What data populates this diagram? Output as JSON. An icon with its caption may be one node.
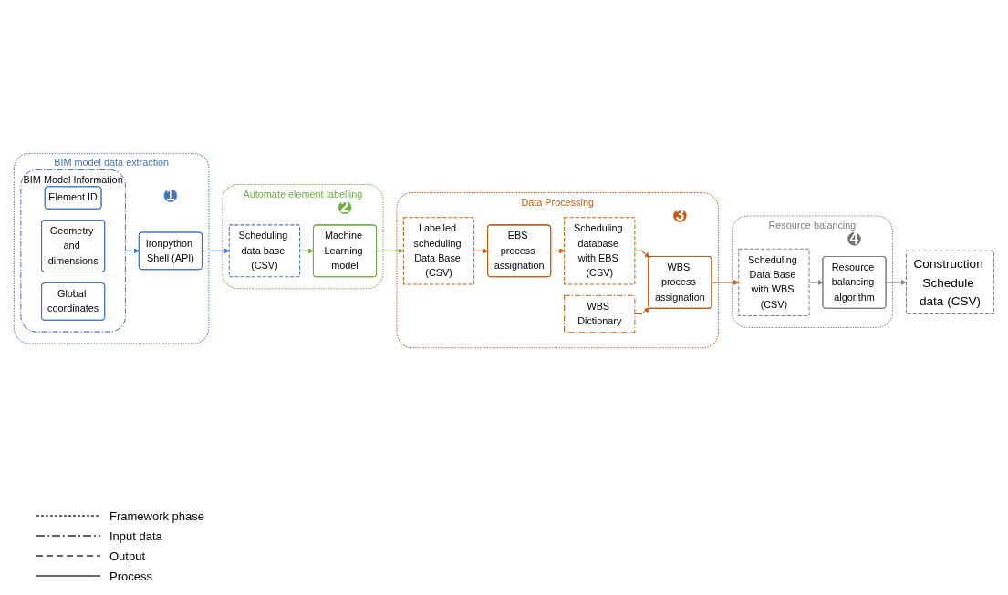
{
  "diagram": {
    "nodes": [
      {
        "text": [
          "BIM model data extraction"
        ]
      },
      {
        "text": [
          "1"
        ],
        "in": 0
      },
      {
        "text": [
          "BIM Model Information"
        ],
        "in": 0
      },
      {
        "text": [
          "Element ID"
        ],
        "in": 2
      },
      {
        "text": [
          "Geometry and dimensions"
        ],
        "in": 2
      },
      {
        "text": [
          "Global coordinates"
        ],
        "in": 2
      },
      {
        "text": [
          "Ironpython Shell (API)"
        ],
        "in": 0
      },
      {
        "text": [
          "Automate element labelling"
        ]
      },
      {
        "text": [
          "2"
        ],
        "in": 7
      },
      {
        "text": [
          "Scheduling data base (CSV)"
        ],
        "in": 7
      },
      {
        "text": [
          "Machine Learning model"
        ],
        "in": 7
      },
      {
        "text": [
          "Data Processing"
        ]
      },
      {
        "text": [
          "3"
        ],
        "in": 11
      },
      {
        "text": [
          "WBS Dictionary"
        ],
        "in": 11
      },
      {
        "text": [
          "Labelled scheduling Data Base (CSV)"
        ],
        "in": 11
      },
      {
        "text": [
          "EBS process assignation"
        ],
        "in": 11
      },
      {
        "text": [
          "Scheduling database with EBS (CSV)"
        ],
        "in": 11
      },
      {
        "text": [
          "WBS process assignation"
        ],
        "in": 11
      },
      {
        "text": [
          "Resource balancing"
        ]
      },
      {
        "text": [
          "4"
        ],
        "in": 18
      },
      {
        "text": [
          "Scheduling Data Base with WBS (CSV)"
        ],
        "in": 18
      },
      {
        "text": [
          "Resource balancing algorithm"
        ],
        "in": 18
      },
      {
        "text": [
          "Construction Schedule data (CSV)"
        ]
      }
    ],
    "edges": [
      {
        "from": 2,
        "to": 6,
        "arrow": "to",
        "color": "#4472c4"
      },
      {
        "from": 6,
        "to": 9,
        "arrow": "to",
        "color": "#4472c4"
      },
      {
        "from": 9,
        "to": 10,
        "arrow": "to",
        "color": "#70ad47"
      },
      {
        "from": 10,
        "to": 14,
        "arrow": "to",
        "color": "#70ad47"
      },
      {
        "from": 14,
        "to": 15,
        "arrow": "to"
      },
      {
        "from": 15,
        "to": 16,
        "arrow": "to"
      },
      {
        "from": 16,
        "to": 17,
        "arrow": "to"
      },
      {
        "from": 13,
        "to": 17,
        "arrow": "to"
      },
      {
        "from": 17,
        "to": 20,
        "arrow": "to"
      },
      {
        "from": 20,
        "to": 21,
        "arrow": "to",
        "color": "#7f7f7f"
      },
      {
        "from": 21,
        "to": 22,
        "arrow": "to",
        "color": "#7f7f7f"
      }
    ],
    "legend": [
      {
        "text": "Framework phase"
      },
      {
        "text": "Input data"
      },
      {
        "text": "Output"
      },
      {
        "text": "Process"
      }
    ]
  }
}
